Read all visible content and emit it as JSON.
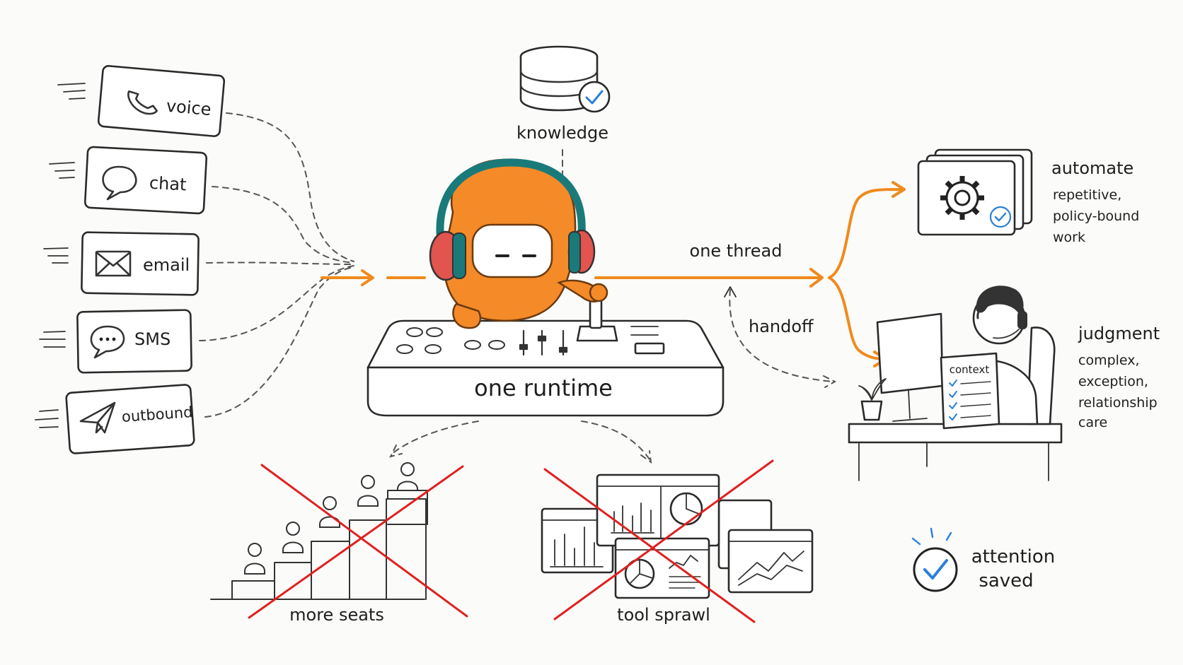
{
  "channels": [
    {
      "label": "voice",
      "icon": "phone-icon"
    },
    {
      "label": "chat",
      "icon": "chat-bubble-icon"
    },
    {
      "label": "email",
      "icon": "envelope-icon"
    },
    {
      "label": "SMS",
      "icon": "sms-bubble-icon"
    },
    {
      "label": "outbound",
      "icon": "paper-plane-icon"
    }
  ],
  "knowledge": {
    "label": "knowledge",
    "icon": "database-icon"
  },
  "runtime": {
    "label": "one runtime"
  },
  "thread": {
    "label": "one thread"
  },
  "handoff": {
    "label": "handoff"
  },
  "automate": {
    "title": "automate",
    "lines": [
      "repetitive,",
      "policy-bound",
      "work"
    ]
  },
  "judgment": {
    "title": "judgment",
    "lines": [
      "complex,",
      "exception,",
      "relationship",
      "care"
    ]
  },
  "context_card": {
    "label": "context"
  },
  "rejected": {
    "seats": "more seats",
    "tools": "tool sprawl"
  },
  "attention": {
    "line1": "attention",
    "line2": "saved"
  },
  "colors": {
    "accent": "#f08a1c",
    "cross": "#e02020",
    "check": "#2b7fd8"
  }
}
